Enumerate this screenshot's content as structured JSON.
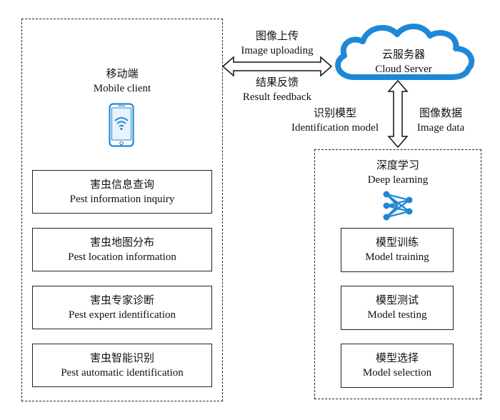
{
  "mobile": {
    "title_cn": "移动端",
    "title_en": "Mobile client",
    "icon": "smartphone-wifi-icon",
    "features": [
      {
        "cn": "害虫信息查询",
        "en": "Pest information inquiry"
      },
      {
        "cn": "害虫地图分布",
        "en": "Pest location information"
      },
      {
        "cn": "害虫专家诊断",
        "en": "Pest expert identification"
      },
      {
        "cn": "害虫智能识别",
        "en": "Pest automatic identification"
      }
    ]
  },
  "links": {
    "upload_cn": "图像上传",
    "upload_en": "Image uploading",
    "feedback_cn": "结果反馈",
    "feedback_en": "Result feedback",
    "model_cn": "识别模型",
    "model_en": "Identification model",
    "data_cn": "图像数据",
    "data_en": "Image data"
  },
  "cloud": {
    "cn": "云服务器",
    "en": "Cloud Server",
    "icon": "cloud-icon",
    "color": "#1e88d6"
  },
  "deep": {
    "title_cn": "深度学习",
    "title_en": "Deep learning",
    "icon": "neural-network-icon",
    "icon_color": "#1e88d6",
    "steps": [
      {
        "cn": "模型训练",
        "en": "Model training"
      },
      {
        "cn": "模型测试",
        "en": "Model testing"
      },
      {
        "cn": "模型选择",
        "en": "Model selection"
      }
    ]
  }
}
